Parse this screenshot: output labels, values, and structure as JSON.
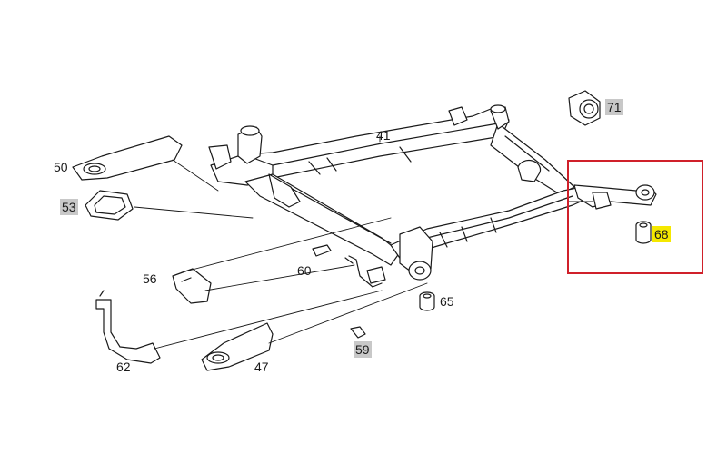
{
  "diagram": {
    "part_numbers": {
      "p41": "41",
      "p47": "47",
      "p50": "50",
      "p53": "53",
      "p56": "56",
      "p59": "59",
      "p60": "60",
      "p62": "62",
      "p65": "65",
      "p68": "68",
      "p71": "71"
    },
    "colors": {
      "line": "#1a1a1a",
      "highlight_box": "#d0202a",
      "grey_tag": "#c8c8c8",
      "yellow_tag": "#f5e800"
    }
  }
}
